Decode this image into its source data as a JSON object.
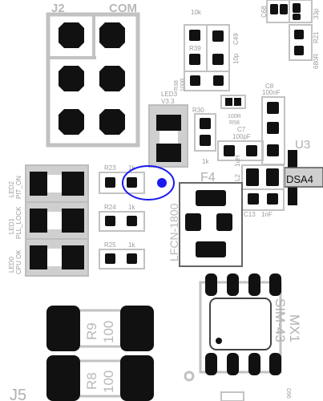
{
  "colors": {
    "background": "#ffffff",
    "silkscreen": "#c2c2c2",
    "silk_text": "#9c9c9c",
    "pad": "#111111",
    "courtyard": "#bdbdbd",
    "component_frame": "#c8c8c8",
    "highlight": "#1a1aee",
    "dark_body": "#2a2a2a"
  },
  "labels": {
    "j2": "J2",
    "com": "COM",
    "j5": "J5",
    "r10k_top": "10k",
    "r39": "R39",
    "c49": "C49",
    "r10p": "10p",
    "c68": "C68",
    "r33p": "33p",
    "r21": "R21",
    "r680r": "680R",
    "r38": "R38",
    "r100r_a": "100R",
    "led3": "LED3",
    "v33": "V3.3",
    "r30": "R30",
    "r100r_b": "100R",
    "r58": "R58",
    "c8": "C8",
    "c8_val": "100nF",
    "c7": "C7",
    "c7_val": "100pF",
    "u3": "U3",
    "dsa4": "DSA4",
    "r1k_a": "1k",
    "f4": "F4",
    "l2": "L2",
    "l2_val": "1uH",
    "c13": "C13",
    "c13_val": "1nF",
    "r23": "R23",
    "r23_val": "1k",
    "r24": "R24",
    "r24_val": "1k",
    "r25": "R25",
    "r25_val": "1k",
    "led2": "LED2",
    "led2_sig": "PIT_ON",
    "led1": "LED1",
    "led1_sig": "PLL_LOCK",
    "led0": "LED0",
    "led0_sig": "CPU OK",
    "fuse_value": "LFCN-1800",
    "mx1": "MX1",
    "sim43": "SIM-43",
    "r9": "R9",
    "r9_val": "100",
    "r8": "R8",
    "r8_val": "100",
    "d96": "D96"
  }
}
